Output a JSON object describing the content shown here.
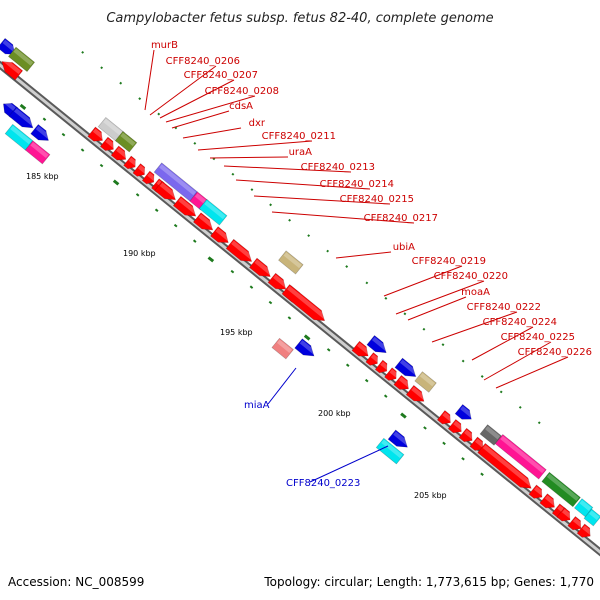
{
  "title": "Campylobacter fetus subsp. fetus 82-40, complete genome",
  "footer": {
    "accession": "Accession: NC_008599",
    "summary": "Topology: circular; Length: 1,773,615 bp; Genes: 1,770"
  },
  "scale_labels": [
    "185 kbp",
    "190 kbp",
    "195 kbp",
    "200 kbp",
    "205 kbp"
  ],
  "gene_labels_outer": [
    "murB",
    "CFF8240_0206",
    "CFF8240_0207",
    "CFF8240_0208",
    "cdsA",
    "dxr",
    "CFF8240_0211",
    "uraA",
    "CFF8240_0213",
    "CFF8240_0214",
    "CFF8240_0215",
    "CFF8240_0217",
    "ubiA",
    "CFF8240_0219",
    "CFF8240_0220",
    "moaA",
    "CFF8240_0222",
    "CFF8240_0224",
    "CFF8240_0225",
    "CFF8240_0226"
  ],
  "gene_labels_inner": [
    "miaA",
    "CFF8240_0223"
  ],
  "colors": {
    "cds": "#ff0000",
    "outer_label": "#cc0000",
    "inner_label": "#0000cc",
    "backbone": "#8a8a8a",
    "tick": "#1e7a1e"
  }
}
